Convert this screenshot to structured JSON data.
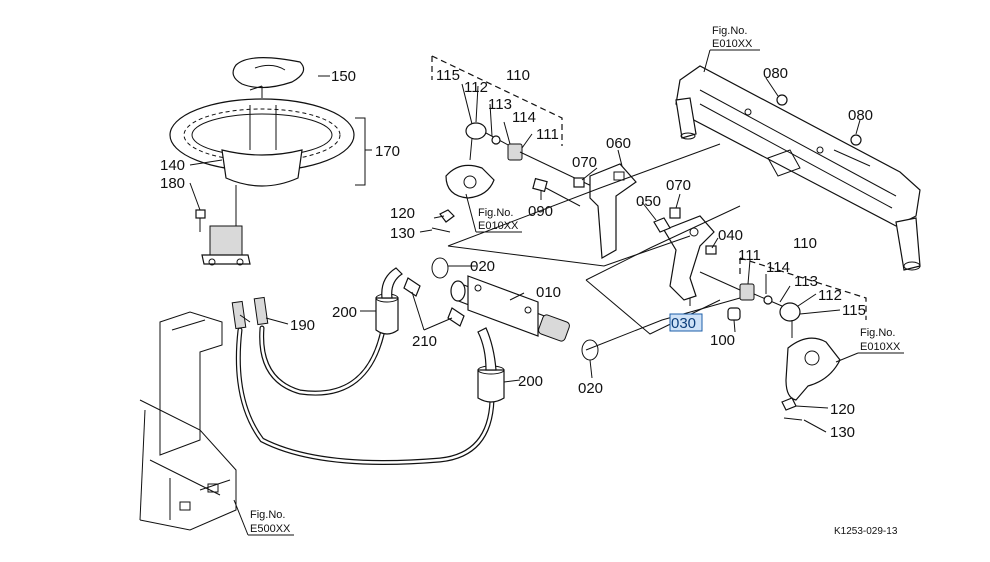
{
  "figure_code": "K1253-029-13",
  "refs": [
    {
      "id": "ref-fig-right-top",
      "line1": "Fig.No.",
      "line2": "E010XX"
    },
    {
      "id": "ref-fig-center",
      "line1": "Fig.No.",
      "line2": "E010XX"
    },
    {
      "id": "ref-fig-right-bottom",
      "line1": "Fig.No.",
      "line2": "E010XX"
    },
    {
      "id": "ref-fig-bottom-left",
      "line1": "Fig.No.",
      "line2": "E500XX"
    }
  ],
  "labels": {
    "p150": "150",
    "p170": "170",
    "p140": "140",
    "p180": "180",
    "p190": "190",
    "p200a": "200",
    "p200b": "200",
    "p210": "210",
    "p020a": "020",
    "p020b": "020",
    "p010": "010",
    "p115a": "115",
    "p112a": "112",
    "p110a": "110",
    "p113a": "113",
    "p114a": "114",
    "p111a": "111",
    "p120a": "120",
    "p130a": "130",
    "p090": "090",
    "p070a": "070",
    "p060": "060",
    "p050": "050",
    "p070b": "070",
    "p040": "040",
    "p030": "030",
    "p100": "100",
    "p080a": "080",
    "p080b": "080",
    "p110b": "110",
    "p111b": "111",
    "p114b": "114",
    "p113b": "113",
    "p112b": "112",
    "p115b": "115",
    "p120b": "120",
    "p130b": "130"
  },
  "selected_part": "030"
}
